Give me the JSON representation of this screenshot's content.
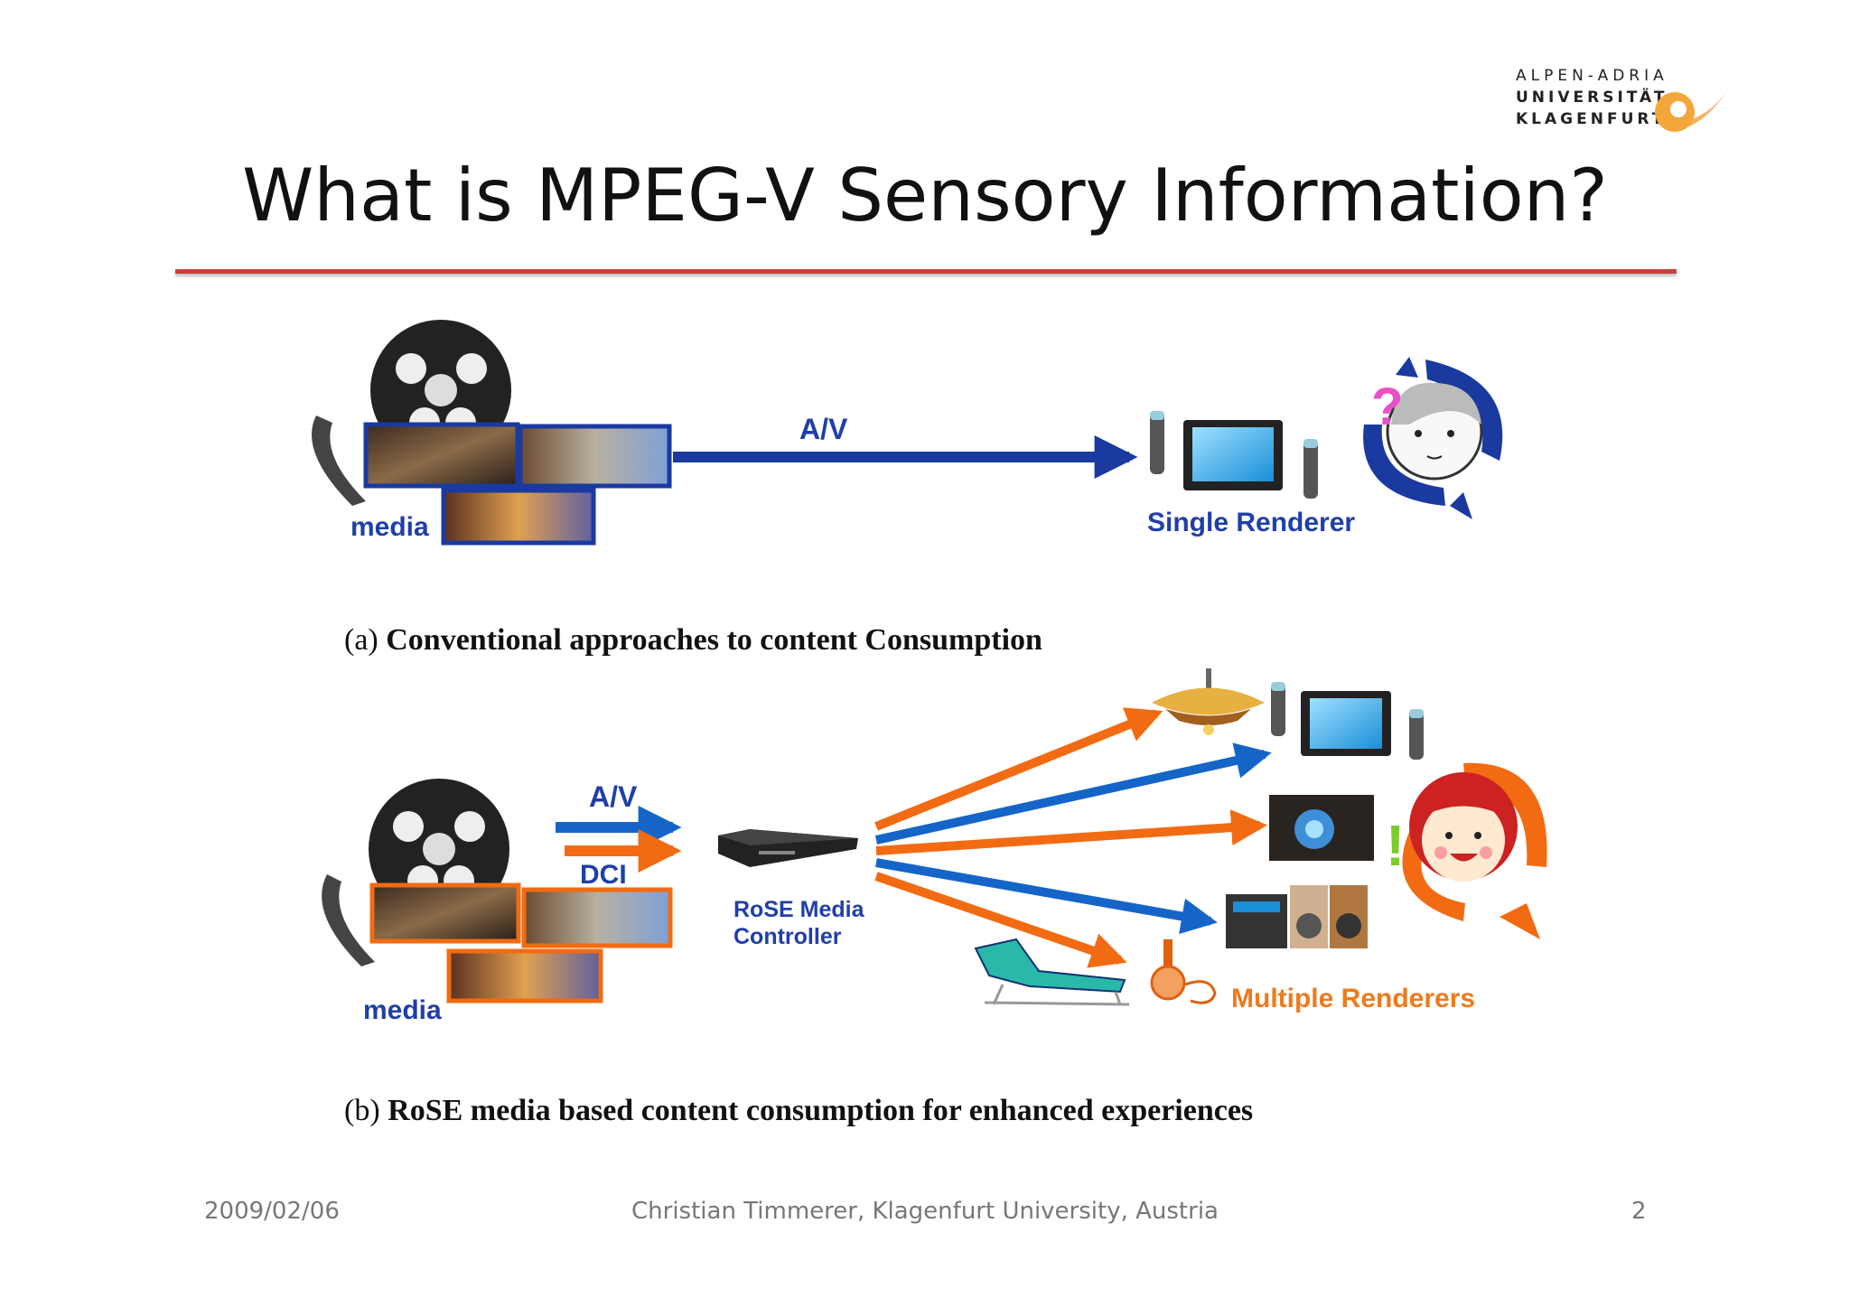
{
  "logo": {
    "line1": "ALPEN-ADRIA",
    "line2": "UNIVERSITÄT",
    "line3": "KLAGENFURT"
  },
  "title": "What is MPEG-V Sensory Information?",
  "diagram_a": {
    "media_label": "media",
    "arrow_label": "A/V",
    "renderer_label": "Single Renderer",
    "question_mark": "?",
    "caption_prefix": "(a)",
    "caption_text": "Conventional approaches to content Consumption"
  },
  "diagram_b": {
    "media_label": "media",
    "av_label": "A/V",
    "dci_label": "DCI",
    "controller_line1": "RoSE Media",
    "controller_line2": "Controller",
    "renderers_label": "Multiple Renderers",
    "exclamation": "!",
    "caption_prefix": "(b)",
    "caption_text": "RoSE media based content consumption for enhanced experiences"
  },
  "footer": {
    "date": "2009/02/06",
    "author": "Christian Timmerer, Klagenfurt University, Austria",
    "page": "2"
  },
  "colors": {
    "accent_rule": "#c9403b",
    "blue": "#1f3fa8",
    "orange": "#f07a1a",
    "logo_orange": "#f3a73b"
  }
}
